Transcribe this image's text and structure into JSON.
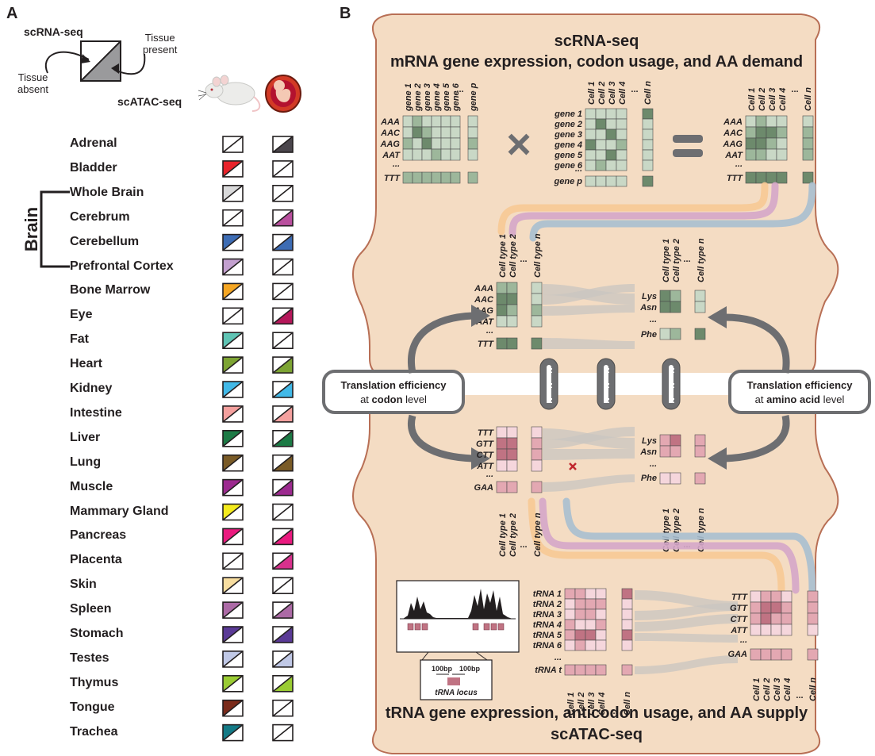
{
  "panelA": {
    "letter": "A",
    "legend": {
      "scrna": "scRNA-seq",
      "scatac": "scATAC-seq",
      "absent_line1": "Tissue",
      "absent_line2": "absent",
      "present_line1": "Tissue",
      "present_line2": "present"
    },
    "brain_label": "Brain",
    "tissues": [
      {
        "name": "Adrenal",
        "mouse": "",
        "human": "#4a454b"
      },
      {
        "name": "Bladder",
        "mouse": "#e8232b",
        "human": ""
      },
      {
        "name": "Whole Brain",
        "mouse": "#d9d9da",
        "human": ""
      },
      {
        "name": "Cerebrum",
        "mouse": "",
        "human": "#b94f9e"
      },
      {
        "name": "Cerebellum",
        "mouse": "#3d6cb4",
        "human": "#3d6cb4"
      },
      {
        "name": "Prefrontal Cortex",
        "mouse": "#c3a0cf",
        "human": ""
      },
      {
        "name": "Bone Marrow",
        "mouse": "#f5a623",
        "human": ""
      },
      {
        "name": "Eye",
        "mouse": "",
        "human": "#b5175a"
      },
      {
        "name": "Fat",
        "mouse": "#5fc4b4",
        "human": ""
      },
      {
        "name": "Heart",
        "mouse": "#7da433",
        "human": "#7da433"
      },
      {
        "name": "Kidney",
        "mouse": "#41b9e8",
        "human": "#41b9e8"
      },
      {
        "name": "Intestine",
        "mouse": "#f4a09e",
        "human": "#f4a09e"
      },
      {
        "name": "Liver",
        "mouse": "#1c7a45",
        "human": "#1c7a45"
      },
      {
        "name": "Lung",
        "mouse": "#7a5b27",
        "human": "#7a5b27"
      },
      {
        "name": "Muscle",
        "mouse": "#9c2a8f",
        "human": "#9c2a8f"
      },
      {
        "name": "Mammary Gland",
        "mouse": "#f4eb1c",
        "human": ""
      },
      {
        "name": "Pancreas",
        "mouse": "#ea1a7f",
        "human": "#ea1a7f"
      },
      {
        "name": "Placenta",
        "mouse": "",
        "human": "#d9318d"
      },
      {
        "name": "Skin",
        "mouse": "#f8dea0",
        "human": ""
      },
      {
        "name": "Spleen",
        "mouse": "#ac6aa6",
        "human": "#ac6aa6"
      },
      {
        "name": "Stomach",
        "mouse": "#5a3a96",
        "human": "#5a3a96"
      },
      {
        "name": "Testes",
        "mouse": "#c0c8e6",
        "human": "#c0c8e6"
      },
      {
        "name": "Thymus",
        "mouse": "#9acc33",
        "human": "#9acc33"
      },
      {
        "name": "Tongue",
        "mouse": "#7a2a1a",
        "human": ""
      },
      {
        "name": "Trachea",
        "mouse": "#137a86",
        "human": ""
      }
    ]
  },
  "panelB": {
    "letter": "B",
    "top_title1": "scRNA-seq",
    "top_title2": "mRNA gene expression, codon usage, and AA demand",
    "bottom_title1": "tRNA gene expression, anticodon usage, and AA supply",
    "bottom_title2": "scATAC-seq",
    "te_codon_line1": "Translation efficiency",
    "te_codon_line2a": "at ",
    "te_codon_line2b": "codon",
    "te_codon_line2c": " level",
    "te_aa_line1": "Translation efficiency",
    "te_aa_line2a": "at ",
    "te_aa_line2b": "amino acid",
    "te_aa_line2c": " level",
    "ellipsis": "...",
    "times": "×",
    "genes": [
      "gene 1",
      "gene 2",
      "gene 3",
      "gene 4",
      "gene 5",
      "gene 6",
      "gene p"
    ],
    "cells": [
      "Cell 1",
      "Cell 2",
      "Cell 3",
      "Cell 4",
      "Cell n"
    ],
    "cell_types": [
      "Cell type 1",
      "Cell type 2",
      "Cell type n"
    ],
    "codons_top": [
      "AAA",
      "AAC",
      "AAG",
      "AAT",
      "TTT"
    ],
    "codons_bottom": [
      "TTT",
      "GTT",
      "CTT",
      "ATT",
      "GAA"
    ],
    "amino_acids": [
      "Lys",
      "Asn",
      "Phe"
    ],
    "trnas": [
      "tRNA 1",
      "tRNA 2",
      "tRNA 3",
      "tRNA 4",
      "tRNA 5",
      "tRNA 6",
      "tRNA t"
    ],
    "n_label": "N",
    "locus_bp_left": "100bp",
    "locus_bp_right": "100bp",
    "locus_label": "tRNA locus",
    "colors": {
      "chamber": "#f4dcc3",
      "chamber_stroke": "#b86f55",
      "green_dark": "#6d8a6c",
      "green_mid": "#9db79b",
      "green_light": "#c9d8c6",
      "pink_dark": "#c07383",
      "pink_mid": "#e3a8b2",
      "pink_light": "#f5d6dc",
      "flow_orange": "#f7c995",
      "flow_purple": "#d5a6c9",
      "flow_blue": "#a8bfd0"
    }
  }
}
